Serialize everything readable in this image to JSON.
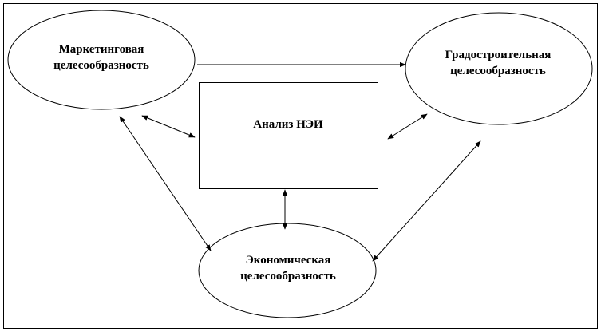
{
  "diagram": {
    "nodes": {
      "marketing": {
        "line1": "Маркетинговая",
        "line2": "целесообразность"
      },
      "urban": {
        "line1": "Градостроительная",
        "line2": "целесообразность"
      },
      "analysis": {
        "line1": "Анализ НЭИ"
      },
      "economic": {
        "line1": "Экономическая",
        "line2": "целесообразность"
      }
    },
    "connections": [
      {
        "from": "marketing",
        "to": "urban",
        "direction": "forward"
      },
      {
        "from": "marketing",
        "to": "analysis",
        "direction": "both"
      },
      {
        "from": "analysis",
        "to": "urban",
        "direction": "both"
      },
      {
        "from": "analysis",
        "to": "economic",
        "direction": "both"
      },
      {
        "from": "marketing",
        "to": "economic",
        "direction": "both"
      },
      {
        "from": "economic",
        "to": "urban",
        "direction": "both"
      }
    ],
    "colors": {
      "stroke": "#000000",
      "fill": "#ffffff"
    }
  }
}
